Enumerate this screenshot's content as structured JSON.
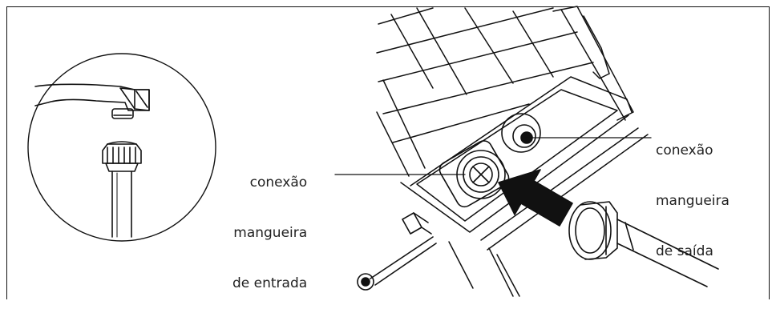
{
  "labels": {
    "inlet": [
      "conexão",
      "mangueira",
      "de entrada"
    ],
    "outlet": [
      "conexão",
      "mangueira",
      "de saída"
    ]
  },
  "colors": {
    "line": "#111111",
    "background": "#ffffff",
    "arrow": "#111111"
  },
  "icons": {
    "faucet": "faucet-icon",
    "hose_fitting": "hose-fitting-icon",
    "arrow": "insert-arrow-icon"
  }
}
